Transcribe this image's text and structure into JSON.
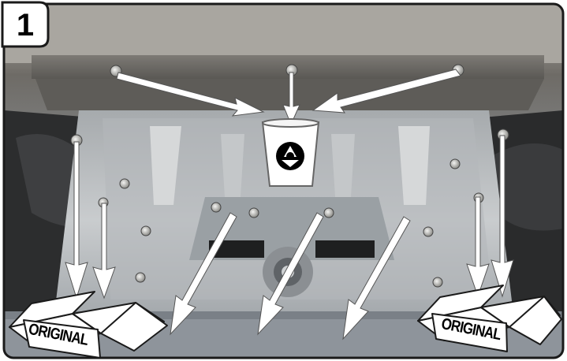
{
  "step": {
    "number": "1"
  },
  "boxes": [
    {
      "label": "ORIGINAL"
    },
    {
      "label": "ORIGINAL"
    }
  ],
  "icons": {
    "trash": "recycling-bin-icon",
    "recycle": "recycle-symbol-icon",
    "box": "open-box-icon"
  },
  "colors": {
    "frame": "#1a1a1a",
    "arrow": "#ffffff",
    "arrow_outline": "#555555",
    "photo_bg": "#9da3a8",
    "plate": "#c5c9cc"
  }
}
